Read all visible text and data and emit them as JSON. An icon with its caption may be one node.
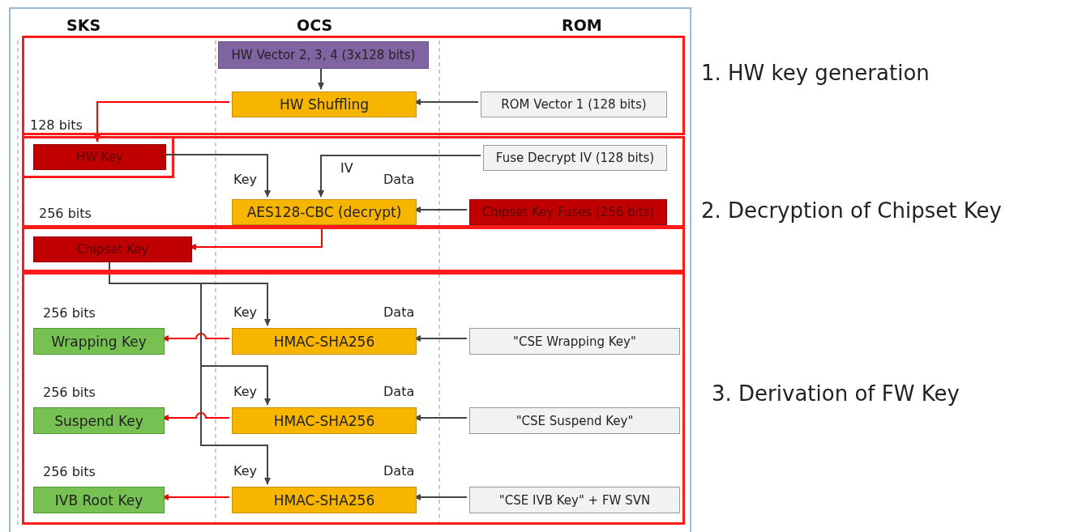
{
  "diagram": {
    "nodes": [
      {
        "text": [
          "1. HW key generation"
        ]
      },
      {
        "text": [
          "HW Vector 2, 3, 4 (3x128 bits)"
        ],
        "in": 0
      },
      {
        "text": [
          "HW Shuffling"
        ],
        "in": 0
      },
      {
        "text": [
          "ROM Vector 1 (128 bits)"
        ],
        "in": 0
      },
      {
        "text": [
          "2. Decryption of Chipset Key"
        ]
      },
      {
        "text": [
          "HW Key"
        ],
        "in": 4,
        "beside": [
          "128 bits"
        ]
      },
      {
        "text": [
          "Fuse Decrypt IV (128 bits)"
        ],
        "in": 4
      },
      {
        "text": [
          "AES128-CBC (decrypt)"
        ],
        "in": 4
      },
      {
        "text": [
          "Chipset Key Fuses (256 bits)"
        ],
        "in": 4
      },
      {
        "text": [],
        "shape": "box"
      },
      {
        "text": [
          "Chipset Key"
        ],
        "in": 9,
        "beside": [
          "256 bits"
        ]
      },
      {
        "text": [
          "3. Derivation of FW Key"
        ]
      },
      {
        "text": [
          "Wrapping Key"
        ],
        "in": 11,
        "beside": [
          "256 bits"
        ]
      },
      {
        "text": [
          "HMAC-SHA256"
        ],
        "in": 11
      },
      {
        "text": [
          "\"CSE Wrapping Key\""
        ],
        "in": 11
      },
      {
        "text": [
          "Suspend Key"
        ],
        "in": 11,
        "beside": [
          "256 bits"
        ]
      },
      {
        "text": [
          "HMAC-SHA256"
        ],
        "in": 11
      },
      {
        "text": [
          "\"CSE Suspend Key\""
        ],
        "in": 11
      },
      {
        "text": [
          "IVB Root Key"
        ],
        "in": 11,
        "beside": [
          "256 bits"
        ]
      },
      {
        "text": [
          "HMAC-SHA256"
        ],
        "in": 11
      },
      {
        "text": [
          "\"CSE IVB Key\" + FW SVN"
        ],
        "in": 11
      }
    ],
    "edges": [
      {
        "from": 1,
        "to": 2,
        "arrow": "to"
      },
      {
        "from": 3,
        "to": 2,
        "arrow": "to"
      },
      {
        "from": 2,
        "to": 5,
        "arrow": "to",
        "color": "#ff0000"
      },
      {
        "from": 5,
        "to": 7,
        "arrow": "to",
        "label": "Key"
      },
      {
        "from": 6,
        "to": 7,
        "arrow": "to",
        "label": "IV"
      },
      {
        "from": 8,
        "to": 7,
        "arrow": "to",
        "label": "Data"
      },
      {
        "from": 7,
        "to": 10,
        "arrow": "to",
        "color": "#ff0000"
      },
      {
        "from": 10,
        "to": 13,
        "arrow": "to",
        "label": "Key"
      },
      {
        "from": 14,
        "to": 13,
        "arrow": "to",
        "label": "Data"
      },
      {
        "from": 13,
        "to": 12,
        "arrow": "to",
        "color": "#ff0000"
      },
      {
        "from": 10,
        "to": 16,
        "arrow": "to",
        "label": "Key"
      },
      {
        "from": 17,
        "to": 16,
        "arrow": "to",
        "label": "Data"
      },
      {
        "from": 16,
        "to": 15,
        "arrow": "to",
        "color": "#ff0000"
      },
      {
        "from": 10,
        "to": 19,
        "arrow": "to",
        "label": "Key"
      },
      {
        "from": 20,
        "to": 19,
        "arrow": "to",
        "label": "Data"
      },
      {
        "from": 19,
        "to": 18,
        "arrow": "to",
        "color": "#ff0000"
      }
    ],
    "labels": [
      "SKS",
      "OCS",
      "ROM"
    ]
  }
}
